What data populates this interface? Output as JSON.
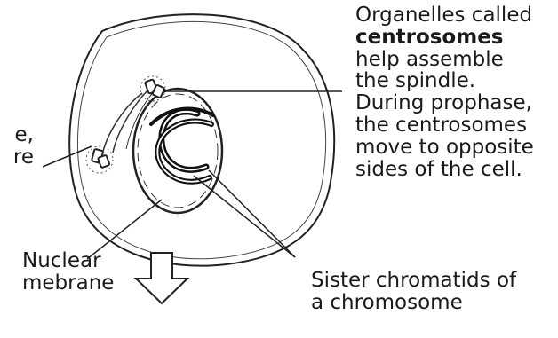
{
  "centrosome_note": {
    "line1": "Organelles called",
    "term": "centrosomes",
    "line3": "help assemble",
    "line4": "the spindle.",
    "line5": "During prophase,",
    "line6": "the centrosomes",
    "line7": "move to opposite",
    "line8": "sides of the cell."
  },
  "cut_label": {
    "line1": "e,",
    "line2": "re"
  },
  "nuclear_label": {
    "line1": "Nuclear",
    "line2": "mebrane"
  },
  "chromatid_label": {
    "line1": "Sister chromatids of",
    "line2": "a chromosome"
  }
}
